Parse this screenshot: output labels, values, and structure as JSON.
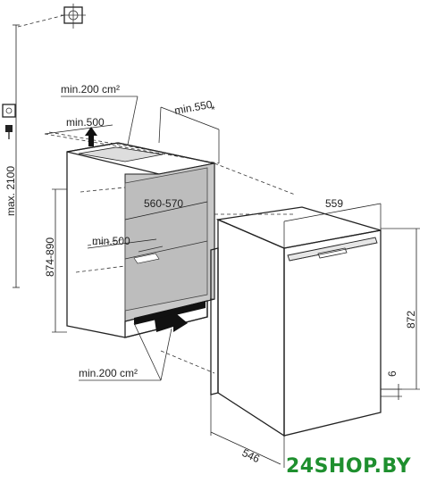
{
  "labels": {
    "max_height": "max. 2100",
    "vent_top": "min.200 cm²",
    "depth_top": "min.500",
    "depth_side": "min.550",
    "asterisk": "*",
    "niche_height": "874-890",
    "niche_width": "560-570",
    "depth_inner": "min.500",
    "vent_bottom": "min.200 cm²",
    "unit_width": "559",
    "unit_height": "872",
    "plinth": "6",
    "unit_depth": "546"
  },
  "watermark": "24SHOP.BY",
  "colors": {
    "line": "#222222",
    "niche_fill": "#c8c8c8",
    "watermark": "#1e8f2e"
  }
}
